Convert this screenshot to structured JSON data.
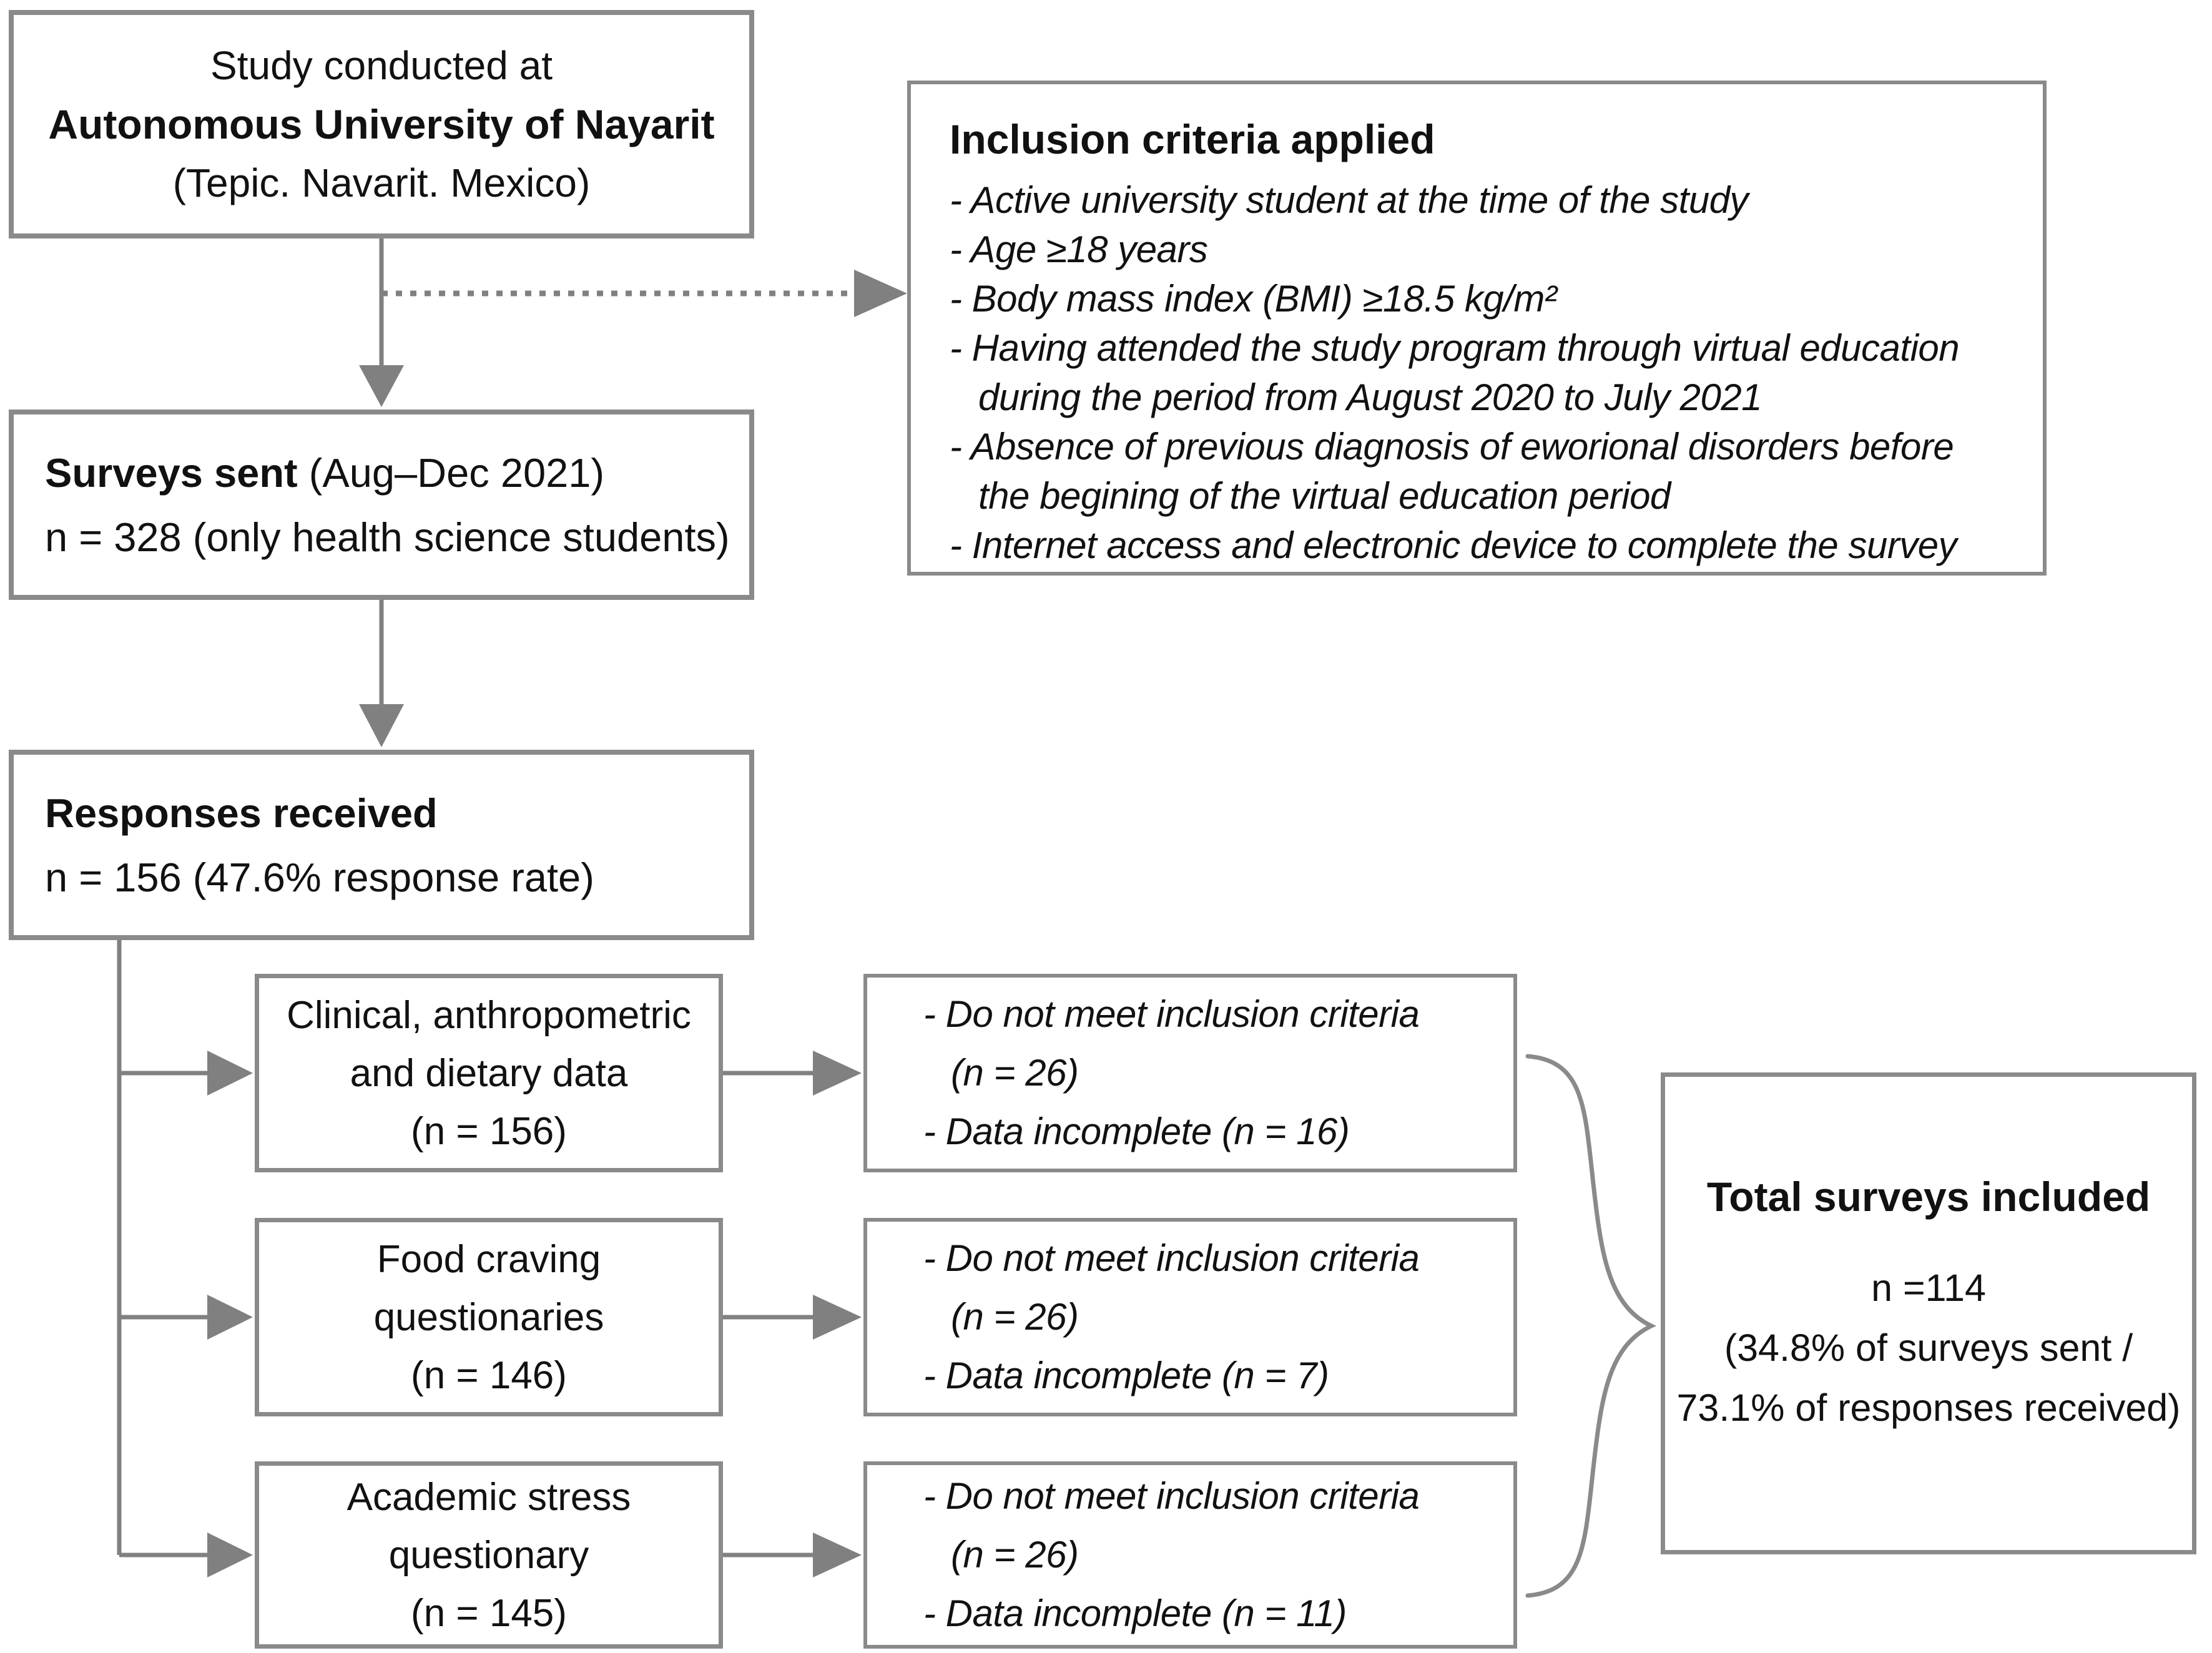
{
  "colors": {
    "border": "#8a8a8a",
    "line": "#808080",
    "text": "#111111"
  },
  "study_box": {
    "line1": "Study conducted at",
    "line2": "Autonomous University of Nayarit",
    "line3": "(Tepic. Navarit. Mexico)"
  },
  "inclusion": {
    "title": "Inclusion criteria applied",
    "lines": [
      "- Active university student at the time of the study",
      "- Age ≥18 years",
      "- Body mass index (BMI) ≥18.5 kg/m²",
      "- Having attended the study program through virtual education",
      "during the period from August 2020 to July 2021",
      "- Absence of previous diagnosis of eworional disorders before",
      "the begining of the virtual education period",
      "- Internet access and electronic device to complete the survey"
    ]
  },
  "surveys": {
    "bold": "Surveys sent",
    "rest": " (Aug–Dec 2021)",
    "line2": "n = 328 (only health science students)"
  },
  "responses": {
    "bold": "Responses received",
    "line2": "n = 156 (47.6% response rate)"
  },
  "clinical": {
    "l1": "Clinical, anthropometric",
    "l2": "and dietary data",
    "l3": "(n = 156)"
  },
  "food": {
    "l1": "Food craving",
    "l2": "questionaries",
    "l3": "(n = 146)"
  },
  "academic": {
    "l1": "Academic stress",
    "l2": "questionary",
    "l3": "(n = 145)"
  },
  "excl1": {
    "l1": "- Do not meet inclusion criteria",
    "l2": "(n = 26)",
    "l3": "- Data incomplete (n = 16)"
  },
  "excl2": {
    "l1": "- Do not meet inclusion criteria",
    "l2": "(n = 26)",
    "l3": "- Data incomplete (n = 7)"
  },
  "excl3": {
    "l1": "- Do not meet inclusion criteria",
    "l2": "(n = 26)",
    "l3": "- Data incomplete (n = 11)"
  },
  "total": {
    "title": "Total surveys included",
    "l1": "n =114",
    "l2": "(34.8% of surveys sent /",
    "l3": "73.1% of responses received)"
  }
}
